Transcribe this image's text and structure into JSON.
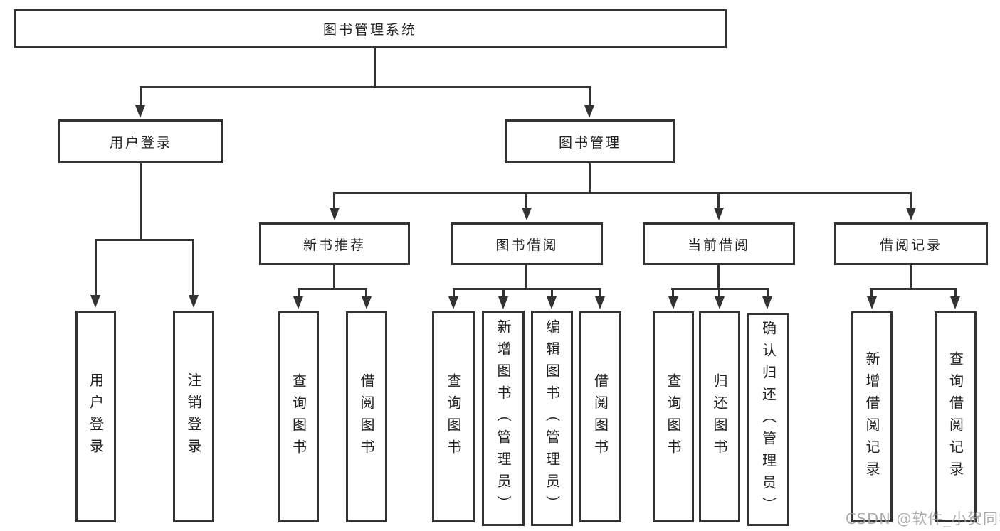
{
  "tree": {
    "label": "图书管理系统",
    "children": [
      {
        "label": "用户登录",
        "children": [
          {
            "label": "用户登录"
          },
          {
            "label": "注销登录"
          }
        ]
      },
      {
        "label": "图书管理",
        "children": [
          {
            "label": "新书推荐",
            "children": [
              {
                "label": "查询图书"
              },
              {
                "label": "借阅图书"
              }
            ]
          },
          {
            "label": "图书借阅",
            "children": [
              {
                "label": "查询图书"
              },
              {
                "label": "新增图书（管理员）"
              },
              {
                "label": "编辑图书（管理员）"
              },
              {
                "label": "借阅图书"
              }
            ]
          },
          {
            "label": "当前借阅",
            "children": [
              {
                "label": "查询图书"
              },
              {
                "label": "归还图书"
              },
              {
                "label": "确认归还（管理员）"
              }
            ]
          },
          {
            "label": "借阅记录",
            "children": [
              {
                "label": "新增借阅记录"
              },
              {
                "label": "查询借阅记录"
              }
            ]
          }
        ]
      }
    ]
  },
  "watermark": {
    "text": "CSDN @软件_小贺同学"
  },
  "colors": {
    "line": "#333333",
    "text": "#222222",
    "background": "#ffffff",
    "watermark": "#9e9e9e"
  }
}
